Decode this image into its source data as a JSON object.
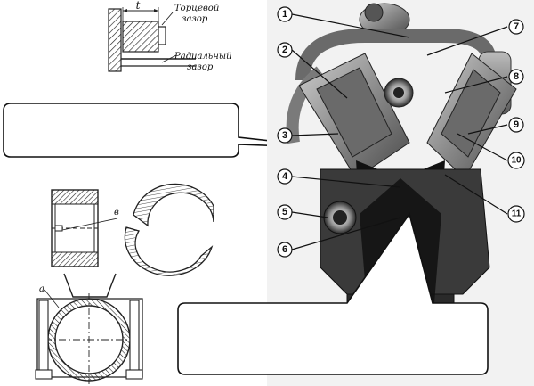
{
  "clearance_diagram": {
    "dimension_letter": "t",
    "end_gap_label_line1": "Торцевой",
    "end_gap_label_line2": "зазор",
    "radial_gap_label_line1": "Радиальный",
    "radial_gap_label_line2": "зазор"
  },
  "bearing_diagram": {
    "letter_b": "в"
  },
  "conrod_diagram": {
    "letter_a": "a"
  },
  "engine_callouts": [
    "1",
    "2",
    "3",
    "4",
    "5",
    "6",
    "7",
    "8",
    "9",
    "10",
    "11"
  ],
  "callout_bubbles": {
    "left_bubble_text": "",
    "bottom_bubble_text": ""
  }
}
